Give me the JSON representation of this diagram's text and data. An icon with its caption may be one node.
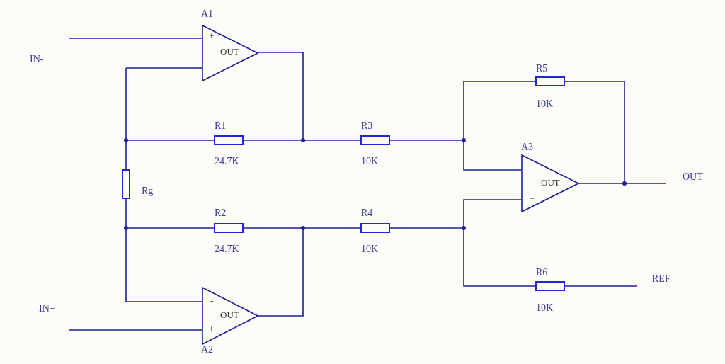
{
  "diagram": {
    "nodes": [
      {
        "text": [
          "+",
          "OUT",
          "-"
        ],
        "beside": [
          "A1"
        ]
      },
      {
        "text": [
          "-",
          "OUT",
          "+"
        ],
        "beside": [
          "A3"
        ]
      },
      {
        "text": [
          "-",
          "OUT",
          "+"
        ],
        "beside": [
          "A2"
        ]
      }
    ],
    "labels": [
      "IN-",
      "R5",
      "10K",
      "R1",
      "R3",
      "24.7K",
      "10K",
      "OUT",
      "Rg",
      "R2",
      "R4",
      "24.7K",
      "10K",
      "R6",
      "REF",
      "IN+",
      "10K"
    ]
  }
}
